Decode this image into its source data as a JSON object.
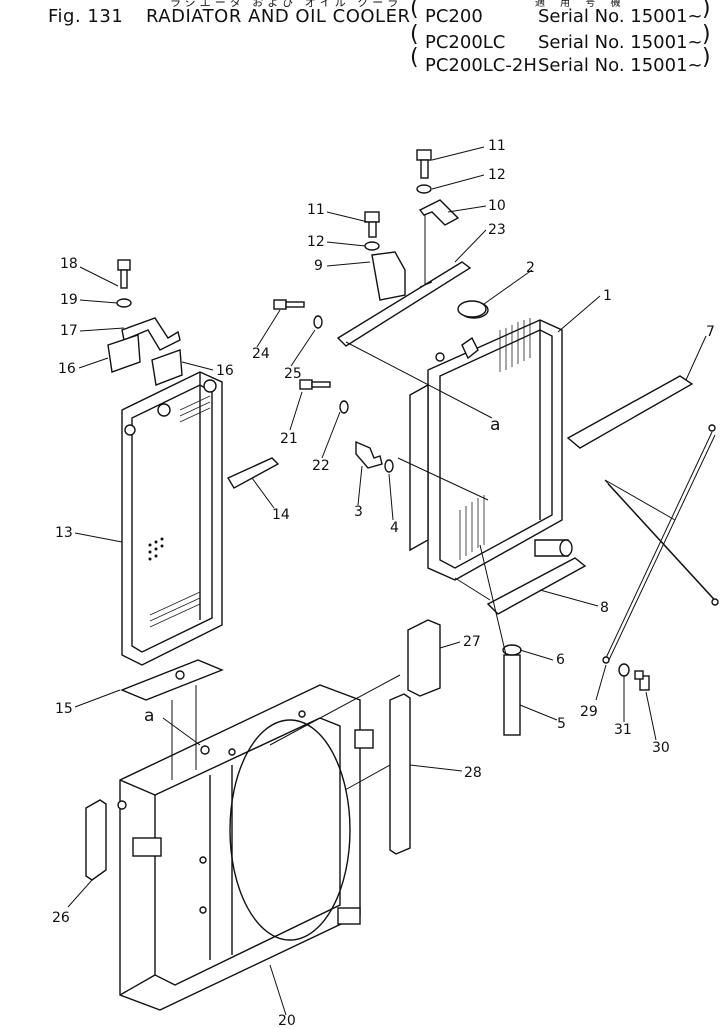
{
  "header": {
    "japanese_title": "ラジエータ および オイル クーラ",
    "japanese_applicable": "適 用 号 機",
    "fig_number": "Fig. 131",
    "fig_title": "RADIATOR AND OIL COOLER",
    "applicability": [
      {
        "model": "PC200",
        "serial": "Serial No. 15001~"
      },
      {
        "model": "PC200LC",
        "serial": "Serial No. 15001~"
      },
      {
        "model": "PC200LC-2H",
        "serial": "Serial No. 15001~"
      }
    ]
  },
  "callouts": {
    "c1": "1",
    "c2": "2",
    "c3": "3",
    "c4": "4",
    "c5": "5",
    "c6": "6",
    "c7": "7",
    "c8": "8",
    "c9": "9",
    "c10": "10",
    "c11a": "11",
    "c11b": "11",
    "c12a": "12",
    "c12b": "12",
    "c13": "13",
    "c14": "14",
    "c15": "15",
    "c16a": "16",
    "c16b": "16",
    "c17": "17",
    "c18": "18",
    "c19": "19",
    "c20": "20",
    "c21": "21",
    "c22": "22",
    "c23": "23",
    "c24": "24",
    "c25": "25",
    "c26": "26",
    "c27": "27",
    "c28": "28",
    "c29": "29",
    "c30": "30",
    "c31": "31",
    "refA1": "a",
    "refA2": "a"
  }
}
